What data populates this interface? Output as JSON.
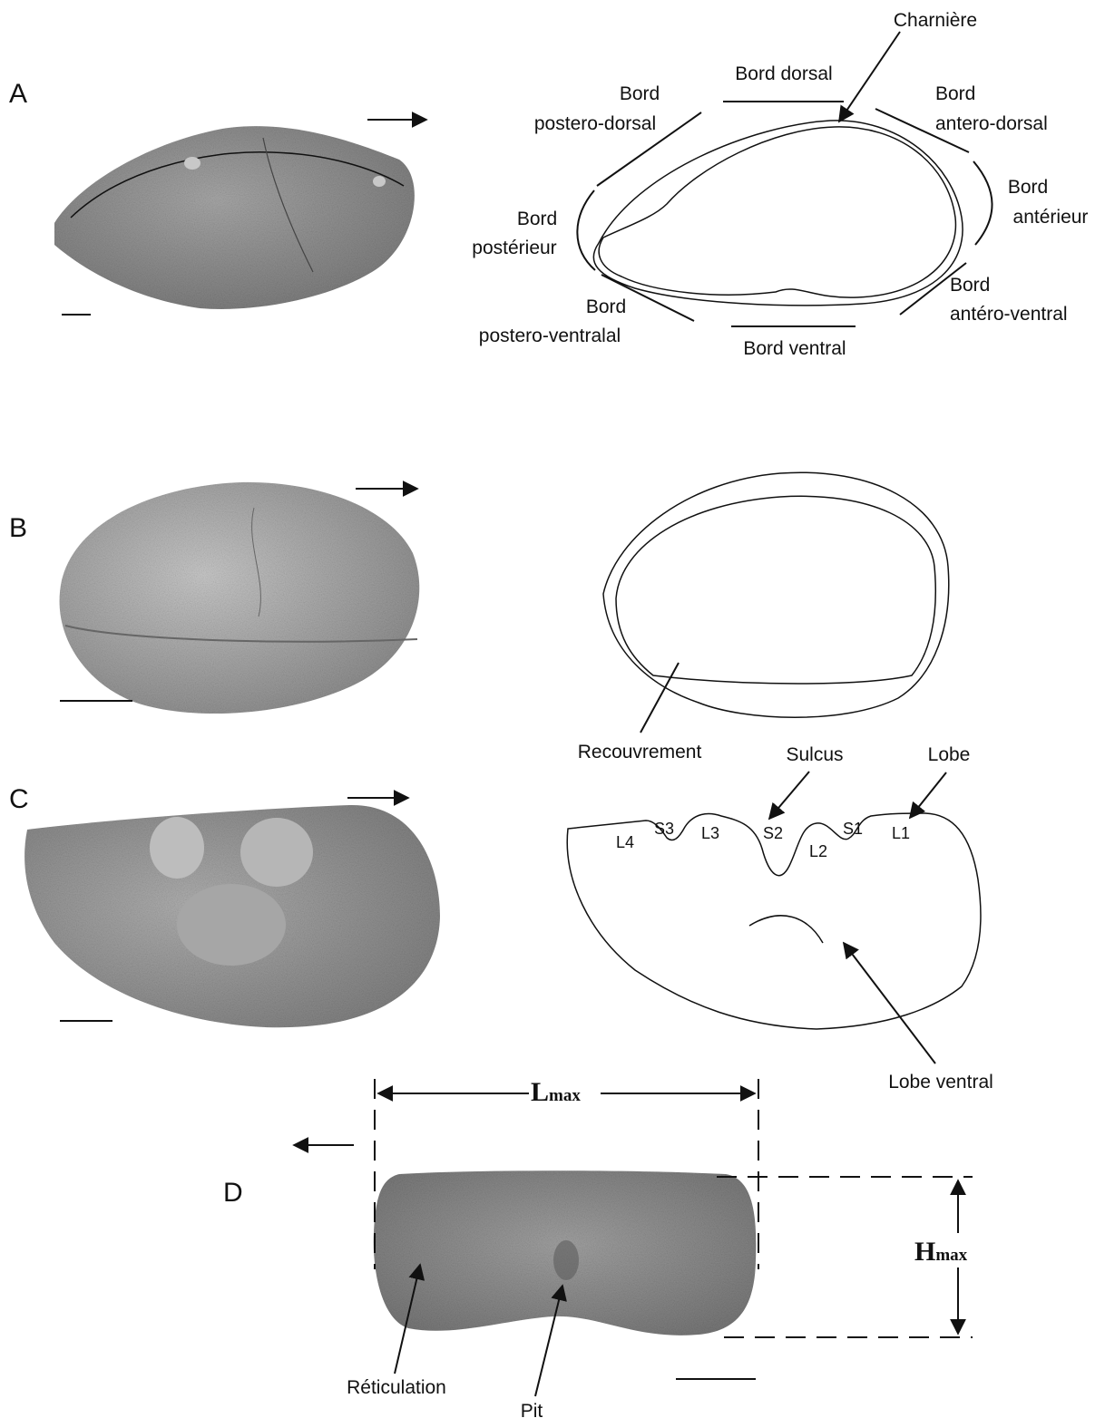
{
  "panels": {
    "A": {
      "letter": "A",
      "labels": {
        "charniere": "Charnière",
        "bord_dorsal": "Bord dorsal",
        "postero_dorsal_1": "Bord",
        "postero_dorsal_2": "postero-dorsal",
        "antero_dorsal_1": "Bord",
        "antero_dorsal_2": "antero-dorsal",
        "posterieur_1": "Bord",
        "posterieur_2": "postérieur",
        "anterieur_1": "Bord",
        "anterieur_2": "antérieur",
        "postero_ventral_1": "Bord",
        "postero_ventral_2": "postero-ventralal",
        "antero_ventral_1": "Bord",
        "antero_ventral_2": "antéro-ventral",
        "bord_ventral": "Bord ventral"
      }
    },
    "B": {
      "letter": "B",
      "labels": {
        "recouvrement": "Recouvrement"
      }
    },
    "C": {
      "letter": "C",
      "labels": {
        "sulcus": "Sulcus",
        "lobe": "Lobe",
        "lobe_ventral": "Lobe ventral",
        "L4": "L4",
        "S3": "S3",
        "L3": "L3",
        "S2": "S2",
        "L2": "L2",
        "S1": "S1",
        "L1": "L1"
      }
    },
    "D": {
      "letter": "D",
      "labels": {
        "lmax_main": "L",
        "lmax_sub": "max",
        "hmax_main": "H",
        "hmax_sub": "max",
        "reticulation": "Réticulation",
        "pit": "Pit"
      }
    }
  },
  "colors": {
    "ink": "#111111",
    "specimen_fill": "#9a9a9a",
    "specimen_dark": "#6f6f6f",
    "specimen_light": "#c4c4c4"
  }
}
